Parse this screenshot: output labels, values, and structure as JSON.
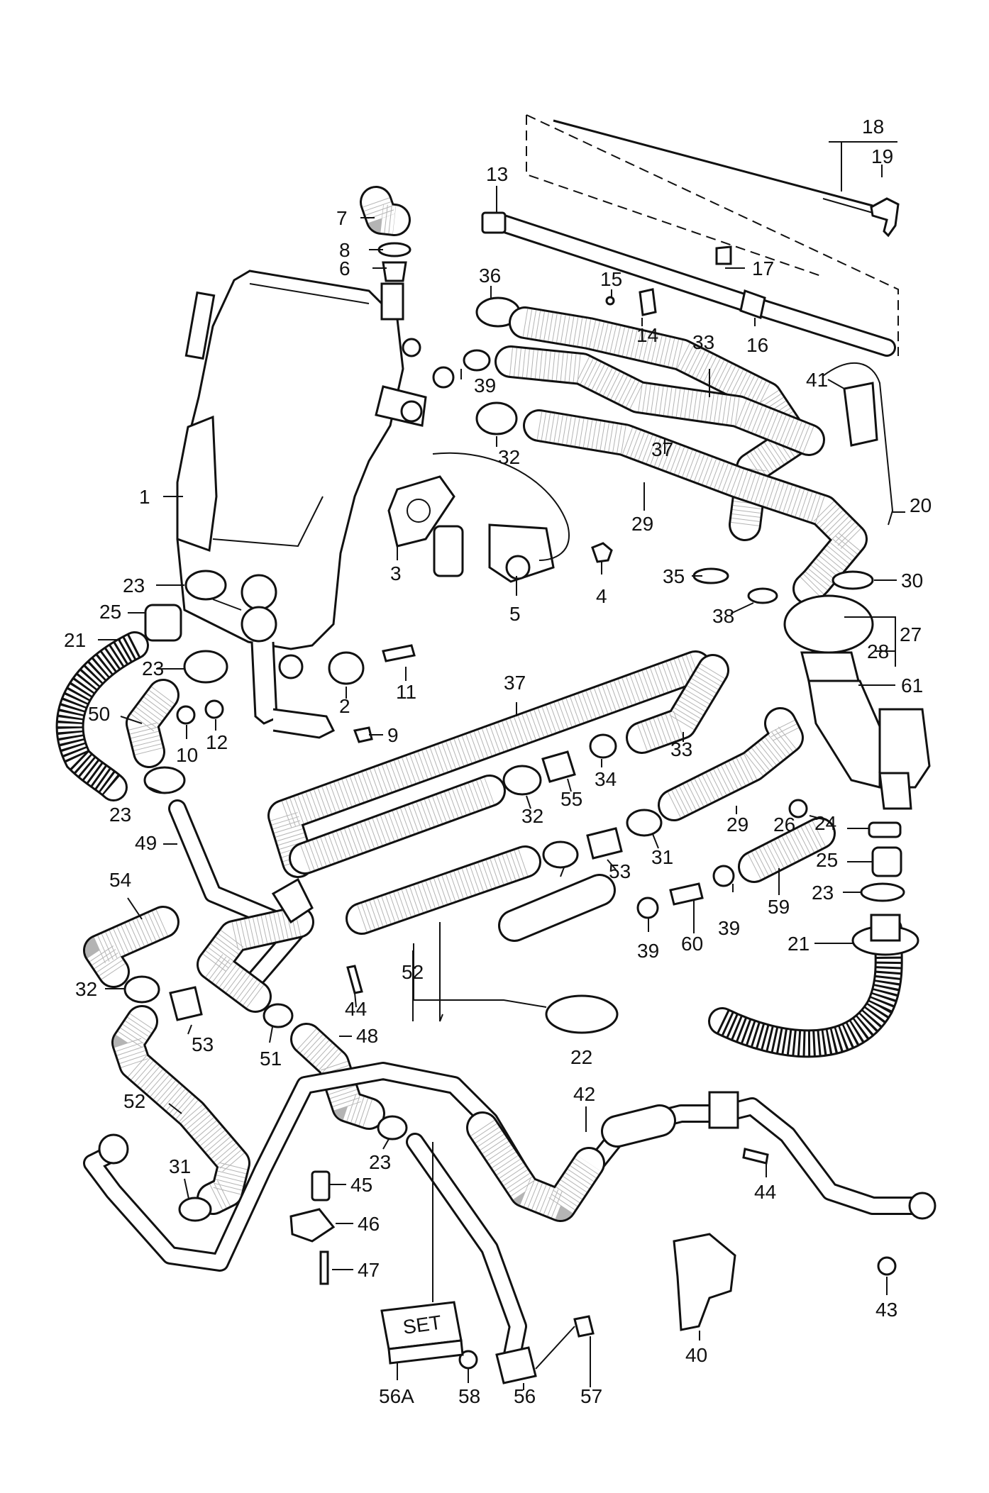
{
  "labels": {
    "l1": "1",
    "l2": "2",
    "l3": "3",
    "l4": "4",
    "l5": "5",
    "l6": "6",
    "l7": "7",
    "l8": "8",
    "l9": "9",
    "l10": "10",
    "l11": "11",
    "l12": "12",
    "l13": "13",
    "l14": "14",
    "l15": "15",
    "l16": "16",
    "l17": "17",
    "l18": "18",
    "l19": "19",
    "l20": "20",
    "l21a": "21",
    "l21b": "21",
    "l22": "22",
    "l23a": "23",
    "l23b": "23",
    "l23c": "23",
    "l23d": "23",
    "l23e": "23",
    "l24": "24",
    "l25a": "25",
    "l25b": "25",
    "l26": "26",
    "l27": "27",
    "l28": "28",
    "l29a": "29",
    "l29b": "29",
    "l30": "30",
    "l31a": "31",
    "l31b": "31",
    "l32a": "32",
    "l32b": "32",
    "l32c": "32",
    "l33a": "33",
    "l33b": "33",
    "l34": "34",
    "l35": "35",
    "l36": "36",
    "l37a": "37",
    "l37b": "37",
    "l38": "38",
    "l39a": "39",
    "l39b": "39",
    "l39c": "39",
    "l40": "40",
    "l41": "41",
    "l42": "42",
    "l43": "43",
    "l44a": "44",
    "l44b": "44",
    "l45": "45",
    "l46": "46",
    "l47": "47",
    "l48": "48",
    "l49": "49",
    "l50": "50",
    "l51": "51",
    "l52a": "52",
    "l52b": "52",
    "l53a": "53",
    "l53b": "53",
    "l54": "54",
    "l55": "55",
    "l56": "56",
    "l56A": "56A",
    "l57": "57",
    "l58": "58",
    "l59": "59",
    "l60": "60",
    "l61": "61"
  },
  "set_box_text": "SET"
}
